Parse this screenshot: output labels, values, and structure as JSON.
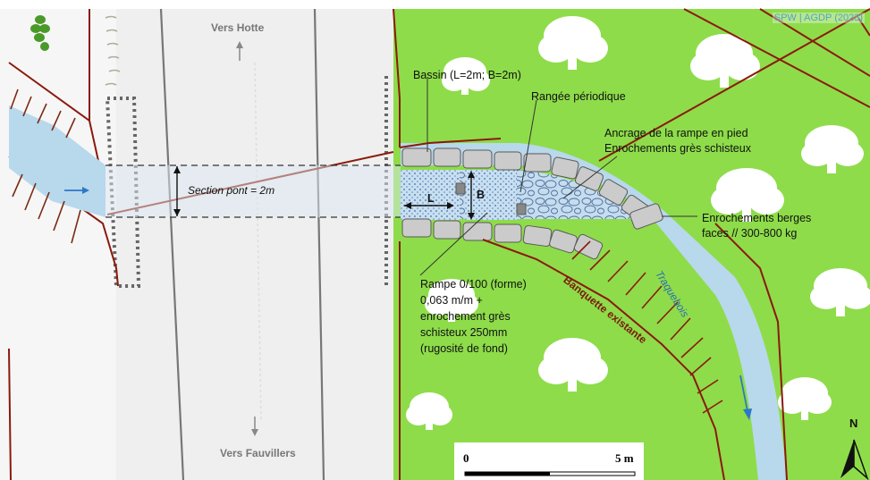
{
  "credit": "SPW | AGDP (2023)",
  "directions": {
    "north": "Vers Hotte",
    "south": "Vers Fauvillers"
  },
  "section_label": "Section pont = 2m",
  "dimension_letters": {
    "length": "L",
    "width": "B"
  },
  "annotations": {
    "bassin": "Bassin (L=2m; B=2m)",
    "rangee": "Rangée périodique",
    "ancrage_1": "Ancrage de la rampe en pied",
    "ancrage_2": "Enrochements grès schisteux",
    "berges_1": "Enrochements berges",
    "berges_2": "faces // 300-800 kg",
    "rampe_1": "Rampe 0/100 (forme)",
    "rampe_2": "0,063 m/m +",
    "rampe_3": "enrochement grès",
    "rampe_4": "schisteux 250mm",
    "rampe_5": "(rugosité de fond)"
  },
  "river_name": "Traquebois",
  "bank_name": "Banquette existante",
  "scale": {
    "start": "0",
    "end": "5 m"
  },
  "north_arrow": "N",
  "colors": {
    "grass": "#8edc4a",
    "water": "#b8d8ec",
    "boundary": "#8a1a0c",
    "stone": "#c9c9c9",
    "road": "#efefef"
  }
}
